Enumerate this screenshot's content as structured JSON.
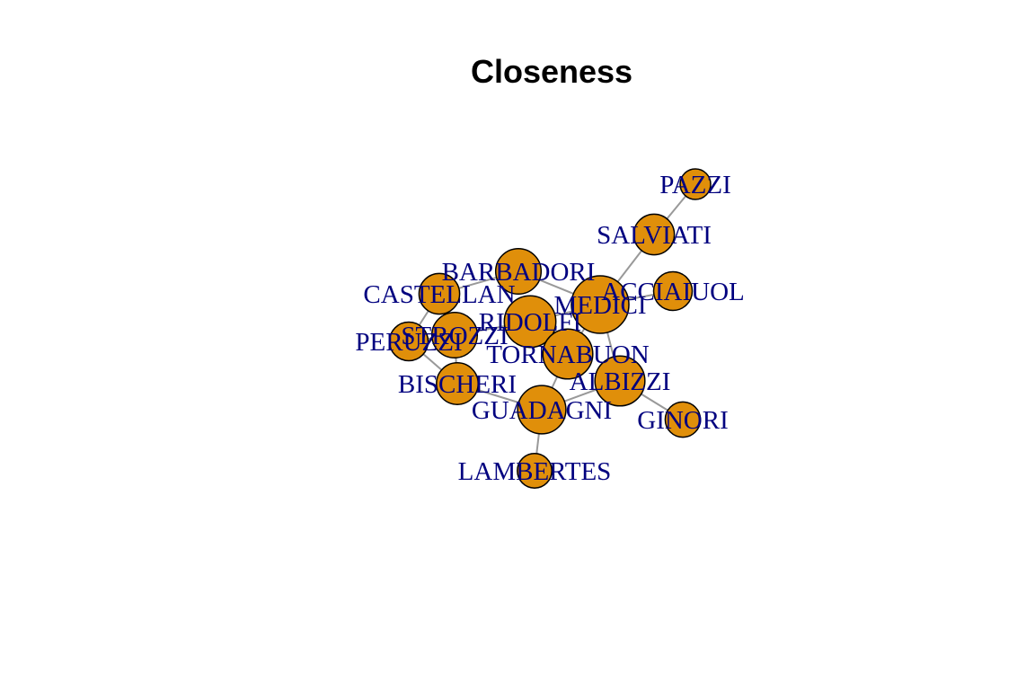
{
  "title": "Closeness",
  "colors": {
    "node_fill": "#E08F0A",
    "node_stroke": "#000000",
    "edge": "#999999",
    "label": "#00007F"
  },
  "nodes": [
    {
      "id": "ACCIAIUOL",
      "label": "ACCIAIUOL",
      "closeness": 0.368
    },
    {
      "id": "ALBIZZI",
      "label": "ALBIZZI",
      "closeness": 0.483
    },
    {
      "id": "BARBADORI",
      "label": "BARBADORI",
      "closeness": 0.438
    },
    {
      "id": "BISCHERI",
      "label": "BISCHERI",
      "closeness": 0.4
    },
    {
      "id": "CASTELLAN",
      "label": "CASTELLAN",
      "closeness": 0.389
    },
    {
      "id": "GINORI",
      "label": "GINORI",
      "closeness": 0.333
    },
    {
      "id": "GUADAGNI",
      "label": "GUADAGNI",
      "closeness": 0.467
    },
    {
      "id": "LAMBERTES",
      "label": "LAMBERTES",
      "closeness": 0.326
    },
    {
      "id": "MEDICI",
      "label": "MEDICI",
      "closeness": 0.56
    },
    {
      "id": "PAZZI",
      "label": "PAZZI",
      "closeness": 0.286
    },
    {
      "id": "PERUZZI",
      "label": "PERUZZI",
      "closeness": 0.368
    },
    {
      "id": "RIDOLFI",
      "label": "RIDOLFI",
      "closeness": 0.5
    },
    {
      "id": "SALVIATI",
      "label": "SALVIATI",
      "closeness": 0.389
    },
    {
      "id": "STROZZI",
      "label": "STROZZI",
      "closeness": 0.438
    },
    {
      "id": "TORNABUON",
      "label": "TORNABUON",
      "closeness": 0.483
    }
  ],
  "edges": [
    [
      "ACCIAIUOL",
      "MEDICI"
    ],
    [
      "ALBIZZI",
      "GINORI"
    ],
    [
      "ALBIZZI",
      "GUADAGNI"
    ],
    [
      "ALBIZZI",
      "MEDICI"
    ],
    [
      "BARBADORI",
      "CASTELLAN"
    ],
    [
      "BARBADORI",
      "MEDICI"
    ],
    [
      "BISCHERI",
      "GUADAGNI"
    ],
    [
      "BISCHERI",
      "PERUZZI"
    ],
    [
      "BISCHERI",
      "STROZZI"
    ],
    [
      "CASTELLAN",
      "PERUZZI"
    ],
    [
      "CASTELLAN",
      "STROZZI"
    ],
    [
      "GUADAGNI",
      "LAMBERTES"
    ],
    [
      "GUADAGNI",
      "TORNABUON"
    ],
    [
      "MEDICI",
      "RIDOLFI"
    ],
    [
      "MEDICI",
      "SALVIATI"
    ],
    [
      "MEDICI",
      "TORNABUON"
    ],
    [
      "PAZZI",
      "SALVIATI"
    ],
    [
      "PERUZZI",
      "STROZZI"
    ],
    [
      "RIDOLFI",
      "STROZZI"
    ],
    [
      "RIDOLFI",
      "TORNABUON"
    ]
  ]
}
